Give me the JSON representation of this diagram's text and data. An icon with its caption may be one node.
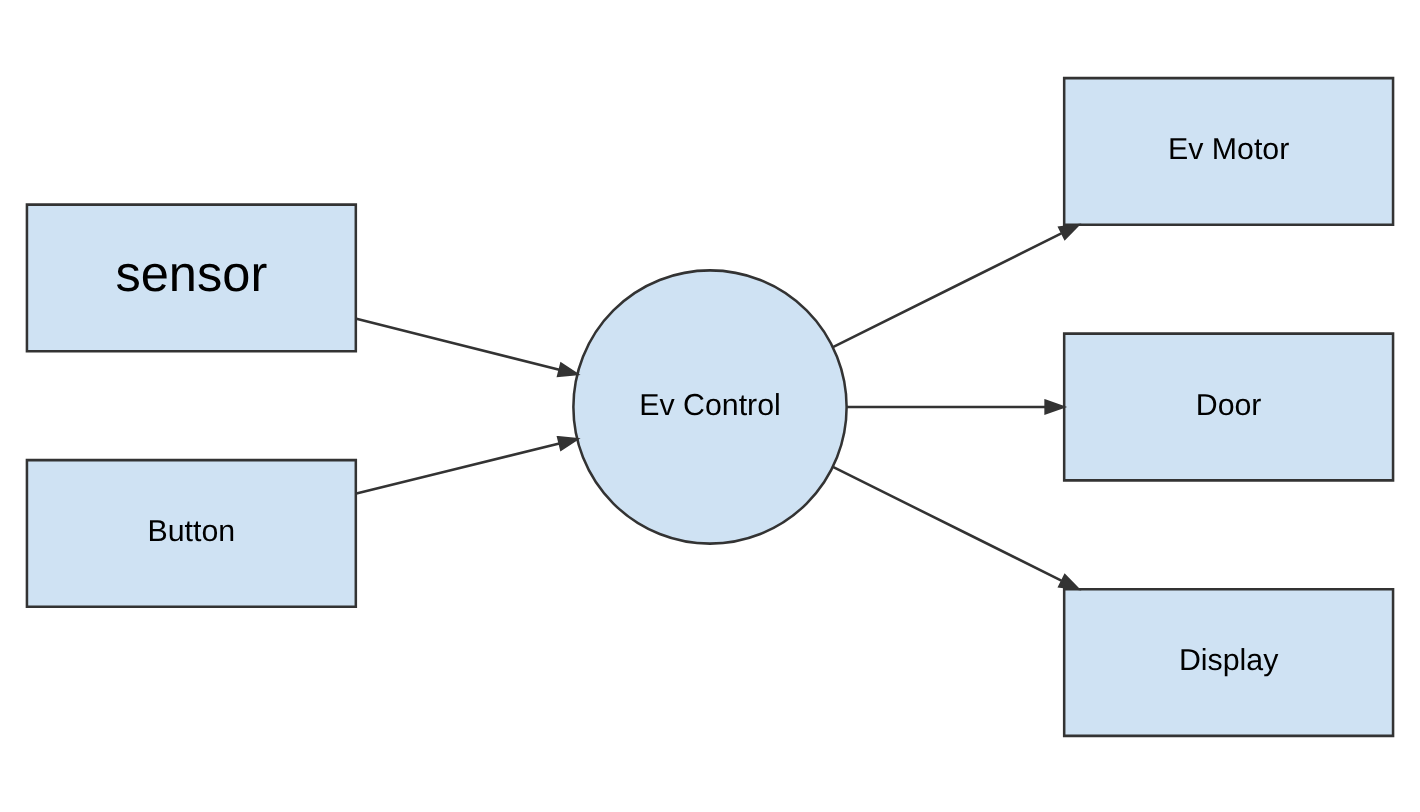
{
  "diagram": {
    "nodes": [
      {
        "text": [
          "sensor"
        ]
      },
      {
        "text": [
          "Button"
        ]
      },
      {
        "text": [
          "Ev Control"
        ]
      },
      {
        "text": [
          "Ev Motor"
        ]
      },
      {
        "text": [
          "Door"
        ]
      },
      {
        "text": [
          "Display"
        ]
      }
    ],
    "edges": [
      {
        "from": 0,
        "to": 2,
        "arrow": "to"
      },
      {
        "from": 1,
        "to": 2,
        "arrow": "to"
      },
      {
        "from": 2,
        "to": 3,
        "arrow": "to"
      },
      {
        "from": 2,
        "to": 4,
        "arrow": "to"
      },
      {
        "from": 2,
        "to": 5,
        "arrow": "to"
      }
    ]
  }
}
